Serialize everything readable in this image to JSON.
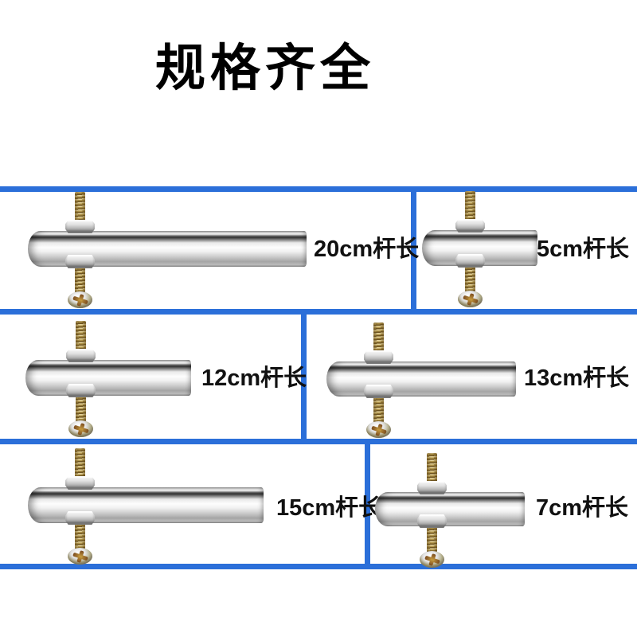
{
  "page": {
    "title": "规格齐全"
  },
  "colors": {
    "accent_blue": "#2b6fd9",
    "title_text": "#000000",
    "label_text": "#111111"
  },
  "grid": {
    "cells": [
      {
        "label": "20cm杆长"
      },
      {
        "label": "5cm杆长"
      },
      {
        "label": "12cm杆长"
      },
      {
        "label": "13cm杆长"
      },
      {
        "label": "15cm杆长"
      },
      {
        "label": "7cm杆长"
      }
    ]
  }
}
